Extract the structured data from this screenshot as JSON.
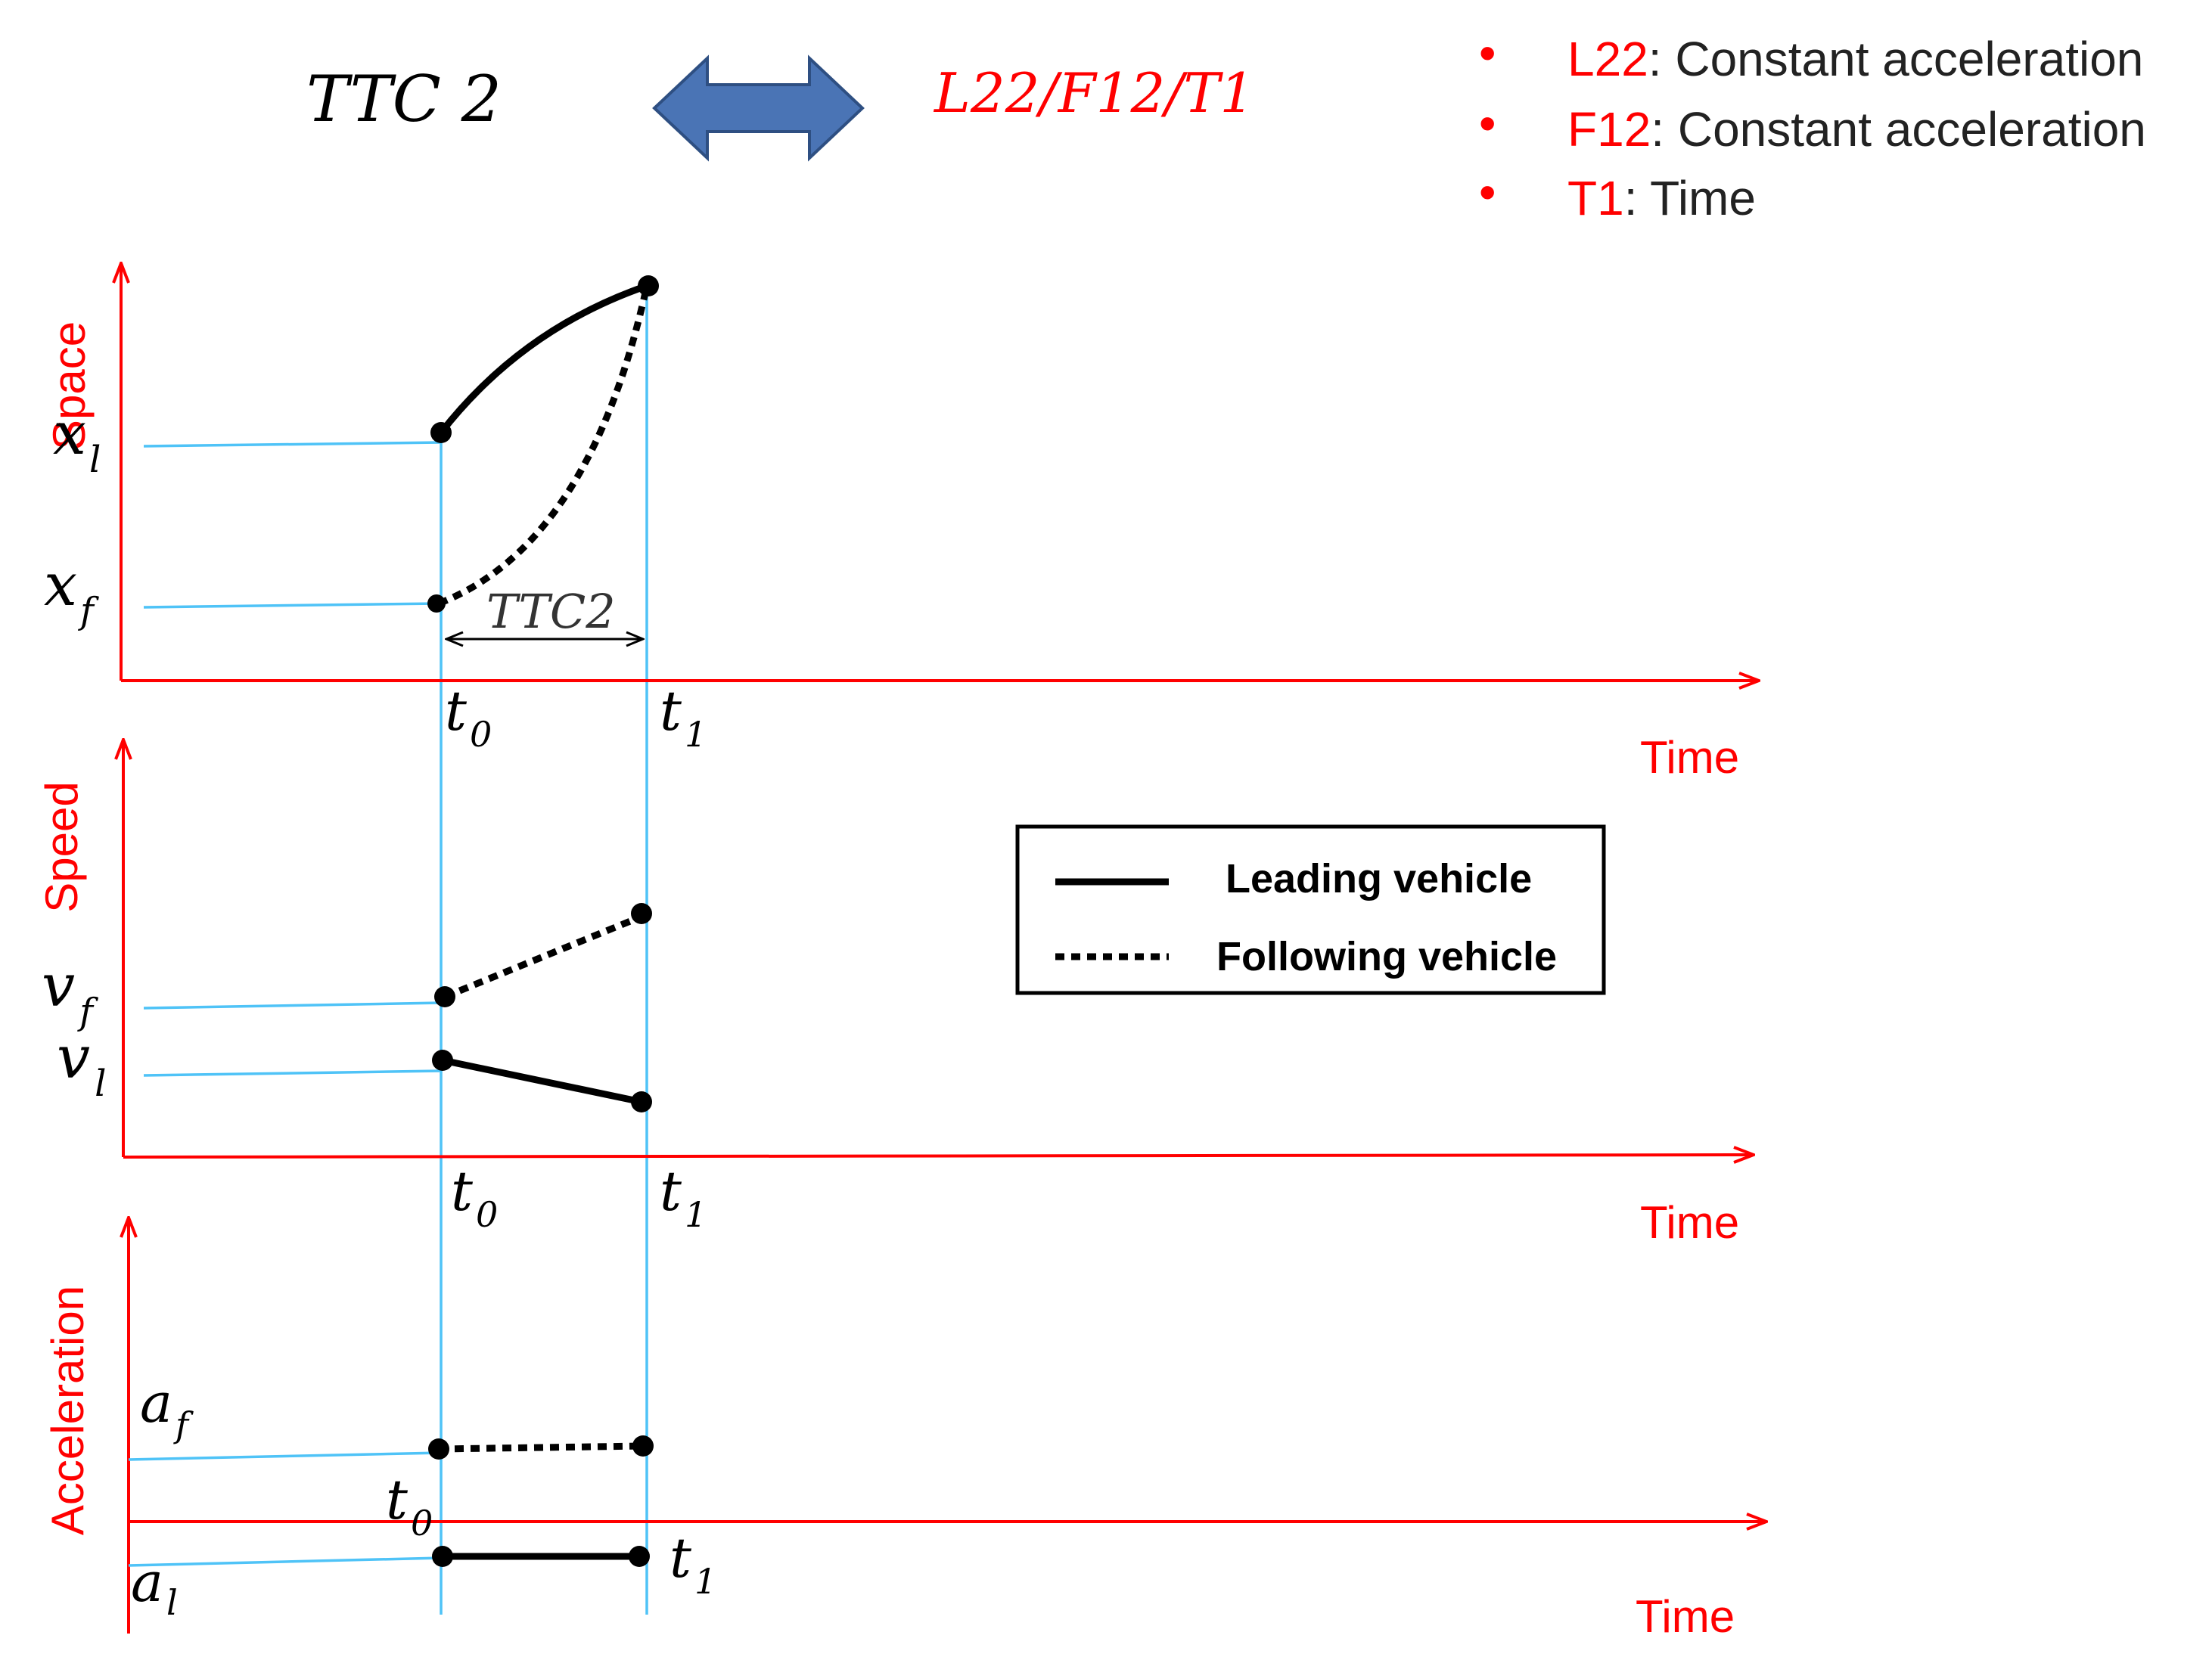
{
  "header": {
    "left_label": "TTC 2",
    "right_label": "L22/F12/T1",
    "arrow_icon": "double-arrow-icon",
    "arrow_color": "#4a74b5"
  },
  "notes": [
    {
      "key": "L22",
      "text": ": Constant acceleration"
    },
    {
      "key": "F12",
      "text": ": Constant acceleration"
    },
    {
      "key": "T1",
      "text": ": Time"
    }
  ],
  "colors": {
    "axis": "#ff0000",
    "guide": "#4fc3f7",
    "curve": "#000000",
    "accent_text": "#ff0000"
  },
  "panels": {
    "space": {
      "ylabel": "Space",
      "xlabel": "Time",
      "tick_t0": "t",
      "tick_t0_sub": "0",
      "tick_t1": "t",
      "tick_t1_sub": "1",
      "level_leading": "x",
      "level_leading_sub": "l",
      "level_following": "x",
      "level_following_sub": "f",
      "interval_label": "TTC2"
    },
    "speed": {
      "ylabel": "Speed",
      "xlabel": "Time",
      "tick_t0": "t",
      "tick_t0_sub": "0",
      "tick_t1": "t",
      "tick_t1_sub": "1",
      "level_following": "v",
      "level_following_sub": "f",
      "level_leading": "v",
      "level_leading_sub": "l"
    },
    "acceleration": {
      "ylabel": "Acceleration",
      "xlabel": "Time",
      "tick_t0": "t",
      "tick_t0_sub": "0",
      "tick_t1": "t",
      "tick_t1_sub": "1",
      "level_following": "a",
      "level_following_sub": "f",
      "level_leading": "a",
      "level_leading_sub": "l"
    }
  },
  "legend": {
    "leading": "Leading vehicle",
    "following": "Following vehicle"
  }
}
